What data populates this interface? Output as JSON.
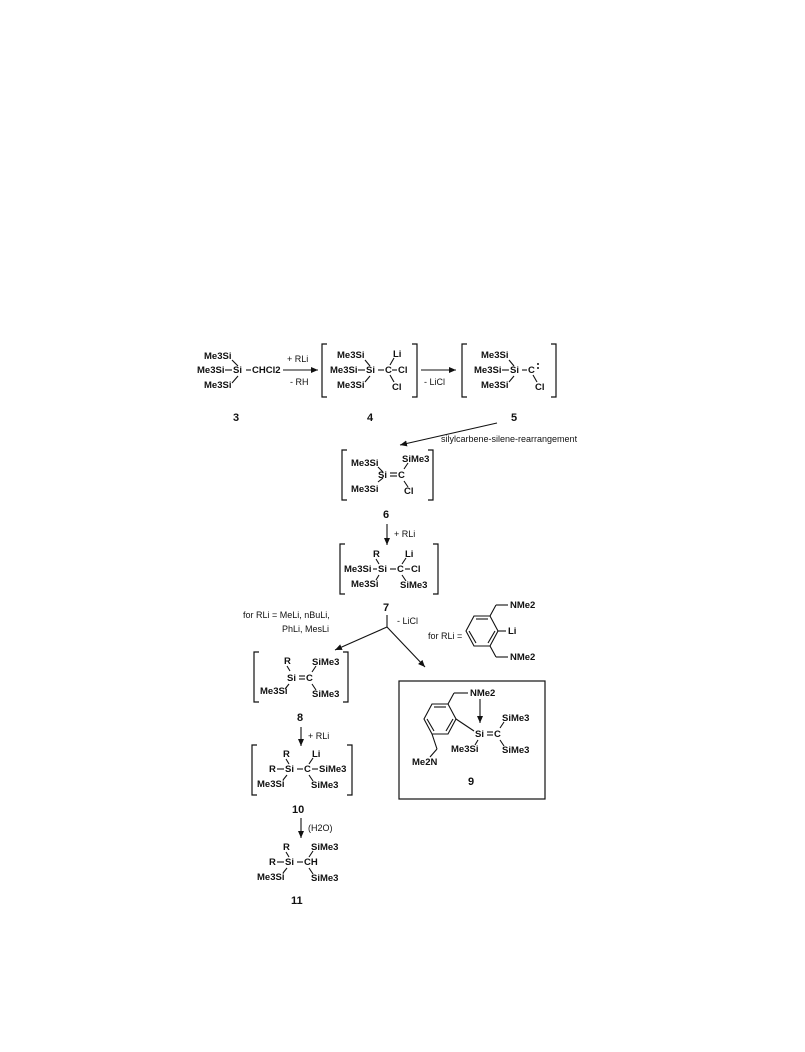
{
  "compounds": {
    "c3": {
      "number": "3"
    },
    "c4": {
      "number": "4"
    },
    "c5": {
      "number": "5"
    },
    "c6": {
      "number": "6"
    },
    "c7": {
      "number": "7"
    },
    "c8": {
      "number": "8"
    },
    "c9": {
      "number": "9"
    },
    "c10": {
      "number": "10"
    },
    "c11": {
      "number": "11"
    }
  },
  "groups": {
    "me3si": "Me3Si",
    "sime3": "SiMe3",
    "si": "Si",
    "c": "C",
    "cl": "Cl",
    "li": "Li",
    "r": "R",
    "chcl2": "CHCl2",
    "nme2": "NMe2",
    "me2n": "Me2N",
    "ch": "CH"
  },
  "arrows": {
    "a1_top": "+ RLi",
    "a1_bottom": "- RH",
    "a2_bottom": "- LiCl",
    "a3_label": "silylcarbene-silene-rearrangement",
    "a4_label": "+ RLi",
    "a5_label": "- LiCl",
    "a6_label": "+ RLi",
    "a7_label": "(H2O)"
  },
  "conditions": {
    "left_line1": "for RLi = MeLi, nBuLi,",
    "left_line2": "PhLi, MesLi",
    "right": "for RLi ="
  }
}
